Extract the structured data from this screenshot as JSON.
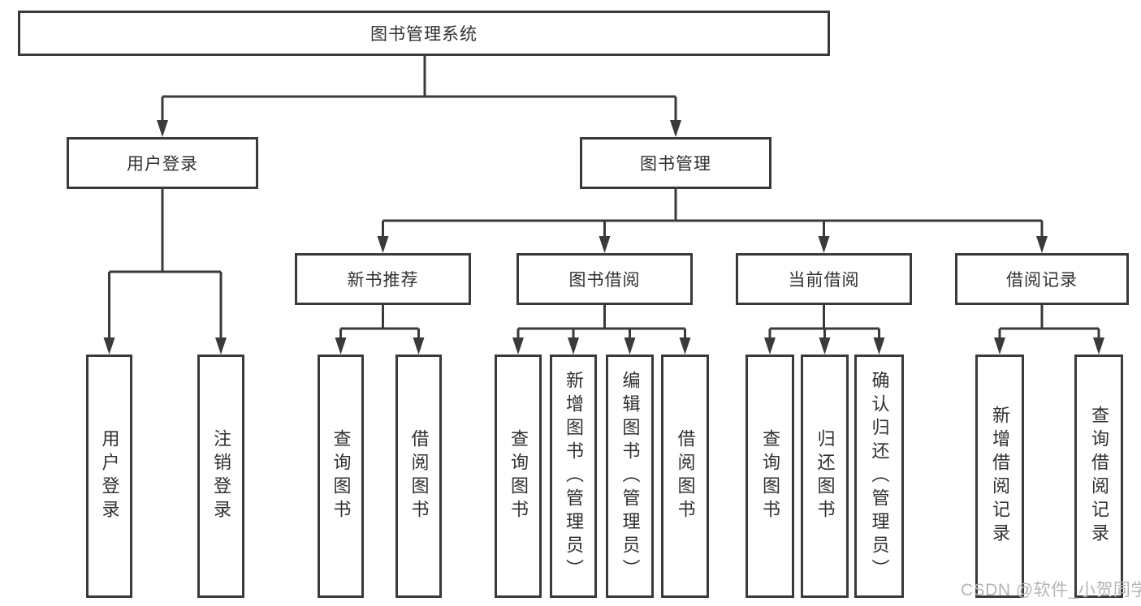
{
  "diagram": {
    "title": "图书管理系统",
    "root": {
      "label": "图书管理系统"
    },
    "branches": [
      {
        "label": "用户登录",
        "children": [
          {
            "label": "用户登录"
          },
          {
            "label": "注销登录"
          }
        ]
      },
      {
        "label": "图书管理",
        "children": [
          {
            "label": "新书推荐",
            "children": [
              {
                "label": "查询图书"
              },
              {
                "label": "借阅图书"
              }
            ]
          },
          {
            "label": "图书借阅",
            "children": [
              {
                "label": "查询图书"
              },
              {
                "label": "新增图书（管理员）"
              },
              {
                "label": "编辑图书（管理员）"
              },
              {
                "label": "借阅图书"
              }
            ]
          },
          {
            "label": "当前借阅",
            "children": [
              {
                "label": "查询图书"
              },
              {
                "label": "归还图书"
              },
              {
                "label": "确认归还（管理员）"
              }
            ]
          },
          {
            "label": "借阅记录",
            "children": [
              {
                "label": "新增借阅记录"
              },
              {
                "label": "查询借阅记录"
              }
            ]
          }
        ]
      }
    ],
    "watermark": "CSDN @软件_小贺同学",
    "colors": {
      "line": "#3a3a3a",
      "text": "#303030",
      "watermark": "#b5b5b5",
      "background": "#ffffff"
    }
  }
}
